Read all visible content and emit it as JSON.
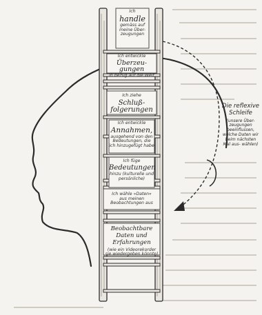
{
  "rungs": [
    {
      "pre": "Ich",
      "big": "handle",
      "post": "gemäss auf meine Über- zeugungen"
    },
    {
      "pre": "Ich entwickle",
      "big": "Überzeu- gungen",
      "post": "in bezug auf die Welt"
    },
    {
      "pre": "Ich ziehe",
      "big": "Schluß- folgerungen",
      "post": ""
    },
    {
      "pre": "Ich entwickle",
      "big": "Annahmen,",
      "post": "ausgehend von den Bedeutungen, die ich hinzugefügt habe"
    },
    {
      "pre": "Ich füge",
      "big": "Bedeutungen",
      "post": "hinzu (kulturelle und persönliche)"
    },
    {
      "pre": "Ich wähle »Daten« aus meinen Beobachtungen aus",
      "big": "",
      "post": ""
    },
    {
      "pre": "",
      "big": "Beobachtbare Daten und Erfahrungen",
      "post": "(wie ein Videorekorder sie wiedergeben könnte)"
    }
  ],
  "reflexive_loop": {
    "title": "Die reflexive Schleife",
    "detail": "(unsere Über- zeugungen beeinflussen, welche Daten wir beim nächsten Mal aus- wählen)"
  }
}
